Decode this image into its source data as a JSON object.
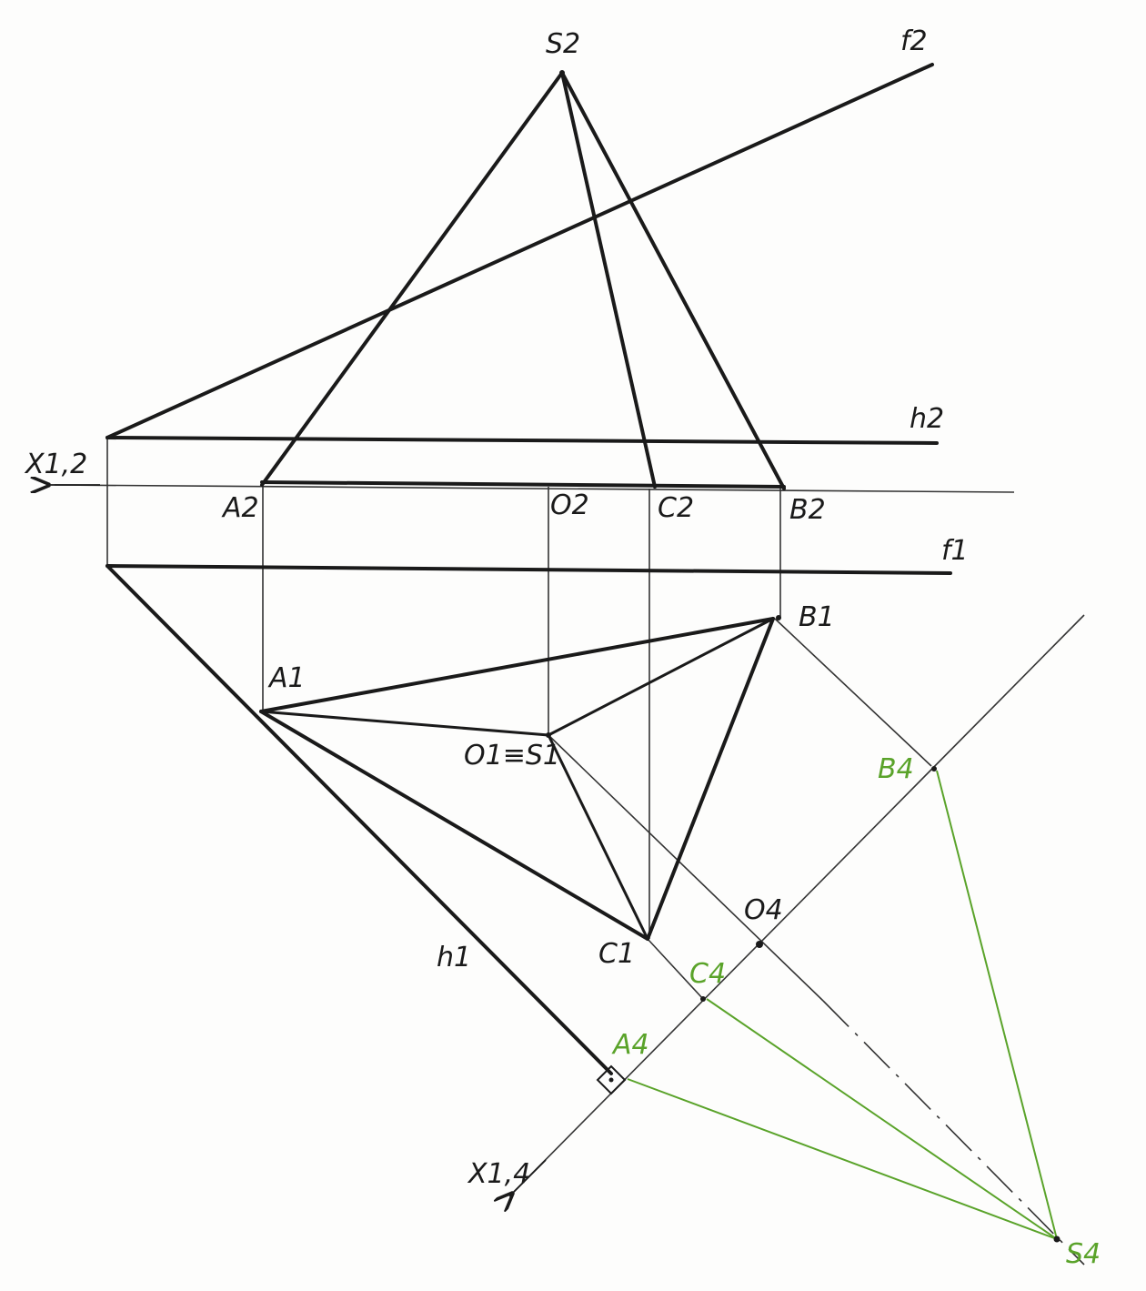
{
  "labels": {
    "S2": "S2",
    "f2": "f2",
    "h2": "h2",
    "x12": "X1,2",
    "A2": "A2",
    "O2": "O2",
    "C2": "C2",
    "B2": "B2",
    "f1": "f1",
    "B1": "B1",
    "A1": "A1",
    "O1S1": "O1≡S1",
    "B4": "B4",
    "O4": "O4",
    "C1": "C1",
    "C4": "C4",
    "h1": "h1",
    "A4": "A4",
    "x14": "X1,4",
    "S4": "S4"
  },
  "colors": {
    "ink": "#1a1a1a",
    "construction": "#333333",
    "green": "#5aa32a"
  }
}
